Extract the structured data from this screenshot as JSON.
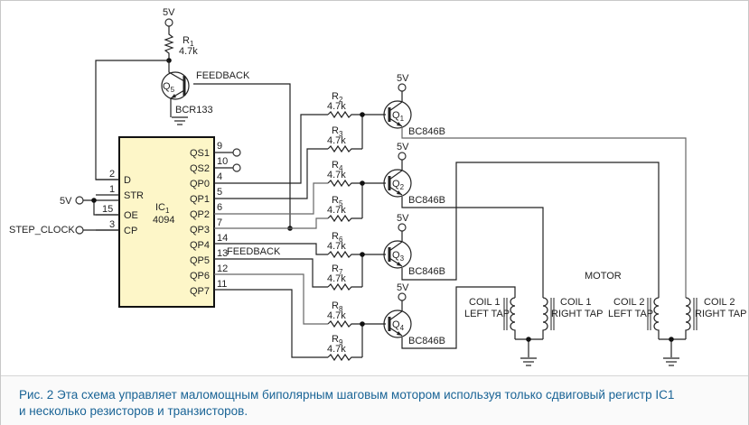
{
  "schematic": {
    "supply_label": "5V",
    "r1": {
      "name": "R",
      "sub": "1",
      "value": "4.7k"
    },
    "q5": {
      "name": "Q",
      "sub": "5",
      "part": "BCR133"
    },
    "feedback_label": "FEEDBACK",
    "ic": {
      "name": "IC",
      "sub": "1",
      "part": "4094",
      "left_pins": [
        {
          "num": "2",
          "label": "D"
        },
        {
          "num": "1",
          "label": "STR"
        },
        {
          "num": "15",
          "label": "OE"
        },
        {
          "num": "3",
          "label": "CP"
        }
      ],
      "right_pins": [
        {
          "num": "9",
          "label": "QS1"
        },
        {
          "num": "10",
          "label": "QS2"
        },
        {
          "num": "4",
          "label": "QP0"
        },
        {
          "num": "5",
          "label": "QP1"
        },
        {
          "num": "6",
          "label": "QP2"
        },
        {
          "num": "7",
          "label": "QP3"
        },
        {
          "num": "14",
          "label": "QP4"
        },
        {
          "num": "13",
          "label": "QP5"
        },
        {
          "num": "12",
          "label": "QP6"
        },
        {
          "num": "11",
          "label": "QP7"
        }
      ],
      "qp3_extra": "FEEDBACK"
    },
    "inputs": {
      "supply": "5V",
      "clock": "STEP_CLOCK"
    },
    "resistors": [
      {
        "name": "R",
        "sub": "2",
        "value": "4.7k"
      },
      {
        "name": "R",
        "sub": "3",
        "value": "4.7k"
      },
      {
        "name": "R",
        "sub": "4",
        "value": "4.7k"
      },
      {
        "name": "R",
        "sub": "5",
        "value": "4.7k"
      },
      {
        "name": "R",
        "sub": "6",
        "value": "4.7k"
      },
      {
        "name": "R",
        "sub": "7",
        "value": "4.7k"
      },
      {
        "name": "R",
        "sub": "8",
        "value": "4.7k"
      },
      {
        "name": "R",
        "sub": "9",
        "value": "4.7k"
      }
    ],
    "transistors": [
      {
        "name": "Q",
        "sub": "1",
        "part": "BC846B"
      },
      {
        "name": "Q",
        "sub": "2",
        "part": "BC846B"
      },
      {
        "name": "Q",
        "sub": "3",
        "part": "BC846B"
      },
      {
        "name": "Q",
        "sub": "4",
        "part": "BC846B"
      }
    ],
    "motor": {
      "label": "MOTOR",
      "coil1_left": [
        "COIL 1",
        "LEFT TAP"
      ],
      "coil1_right": [
        "COIL 1",
        "RIGHT TAP"
      ],
      "coil2_left": [
        "COIL 2",
        "LEFT TAP"
      ],
      "coil2_right": [
        "COIL 2",
        "RIGHT TAP"
      ]
    }
  },
  "caption": {
    "line1": "Рис. 2 Эта схема управляет маломощным биполярным шаговым мотором используя только сдвиговый регистр IC1",
    "line2": "и несколько резисторов и транзисторов."
  }
}
